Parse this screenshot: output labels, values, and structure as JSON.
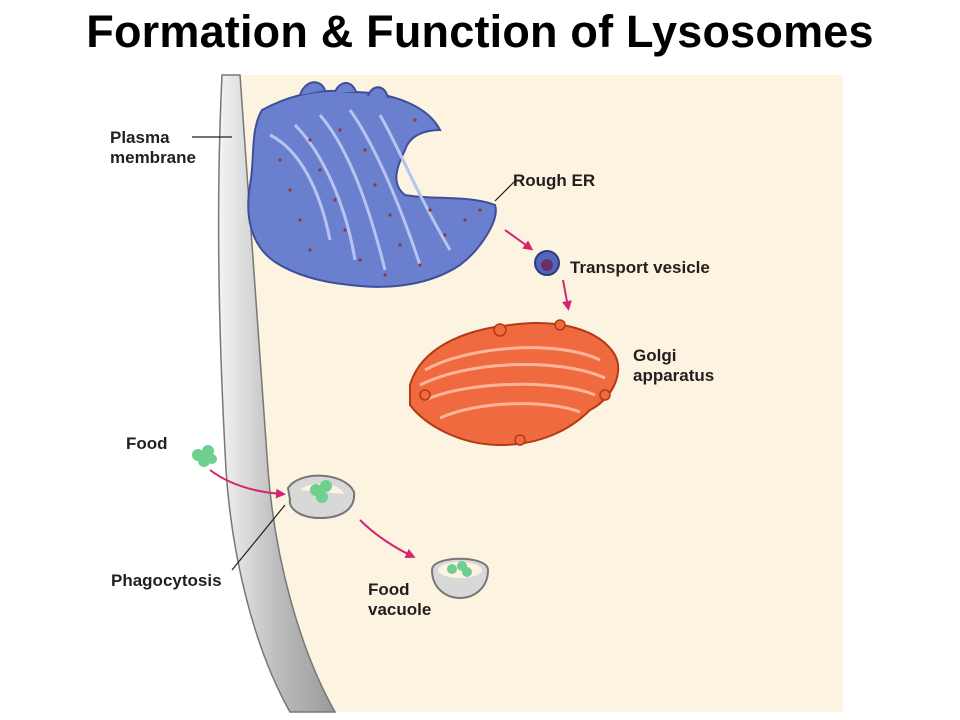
{
  "title": "Formation & Function of Lysosomes",
  "labels": {
    "plasma_membrane": [
      "Plasma",
      "membrane"
    ],
    "rough_er": "Rough ER",
    "transport_vesicle": "Transport vesicle",
    "golgi_apparatus": [
      "Golgi",
      "apparatus"
    ],
    "food": "Food",
    "phagocytosis": "Phagocytosis",
    "food_vacuole": [
      "Food",
      "vacuole"
    ]
  },
  "colors": {
    "cytoplasm": "#fcf3e0",
    "membrane": "#c9c9c9",
    "rough_er": "#6b7fcf",
    "ribosome": "#8a3a3a",
    "golgi": "#f06a40",
    "food": "#6fcf8f",
    "arrow": "#d6246e"
  }
}
